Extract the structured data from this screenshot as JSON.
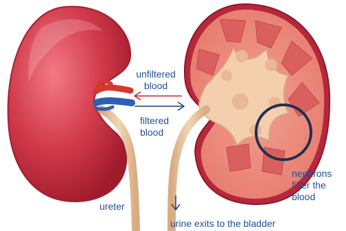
{
  "labels": {
    "unfiltered_blood": "unfiltered\nblood",
    "filtered_blood": "filtered\nblood",
    "nephrons": "nephrons\nfilter the\nblood",
    "ureter": "ureter",
    "urine_exit": "urine exits  to the bladder"
  },
  "colors": {
    "label_text": "#1f4f9a",
    "kidney_red": "#d23a4b",
    "kidney_dark": "#9e1b2c",
    "cortex": "#e9897a",
    "pyramid": "#d9605f",
    "pelvis": "#f3cfae",
    "ureter": "#e9c39b",
    "artery": "#d9362d",
    "vein": "#2f5fb0",
    "arrow_in": "#c8202a",
    "arrow_out": "#1f3c74",
    "highlight_ring": "#1f2f4f"
  }
}
